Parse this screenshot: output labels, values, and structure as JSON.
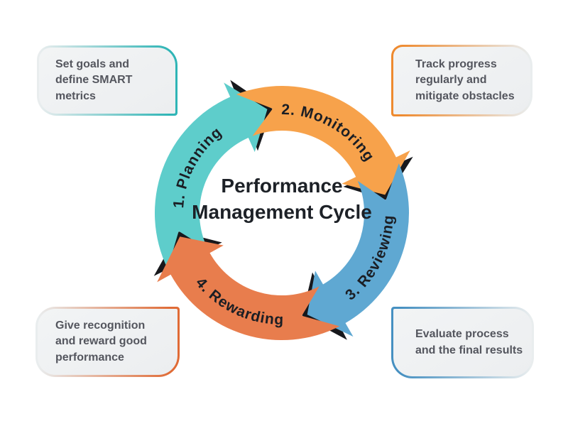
{
  "cycle": {
    "title": "Performance Management Cycle",
    "title_color": "#1d2127",
    "label_color": "#1b1e24",
    "junction_color": "#17181c",
    "segments": [
      {
        "name": "planning",
        "label": "1. Planning",
        "color": "#5ECDCB",
        "tail": 244,
        "tip": 352,
        "text_side": "outer"
      },
      {
        "name": "monitoring",
        "label": "2. Monitoring",
        "color": "#F7A24B",
        "tail": 339,
        "tip": 440,
        "text_side": "outer"
      },
      {
        "name": "reviewing",
        "label": "3. Reviewing",
        "color": "#5FA8D2",
        "tail": 67,
        "tip": 166,
        "text_side": "inner"
      },
      {
        "name": "rewarding",
        "label": "4. Rewarding",
        "color": "#E87D4D",
        "tail": 153,
        "tip": 257,
        "text_side": "inner"
      }
    ]
  },
  "callouts": [
    {
      "name": "set-goals",
      "text": "Set goals and define SMART metrics",
      "accent": "#2fb5b6",
      "accent_side": "right"
    },
    {
      "name": "track-progress",
      "text": "Track progress regularly and mitigate obstacles",
      "accent": "#ee8a2f",
      "accent_side": "left"
    },
    {
      "name": "give-recognition",
      "text": "Give recognition and reward good performance",
      "accent": "#e06b36",
      "accent_side": "right"
    },
    {
      "name": "evaluate-process",
      "text": "Evaluate process and the final results",
      "accent": "#4690c1",
      "accent_side": "left"
    }
  ]
}
